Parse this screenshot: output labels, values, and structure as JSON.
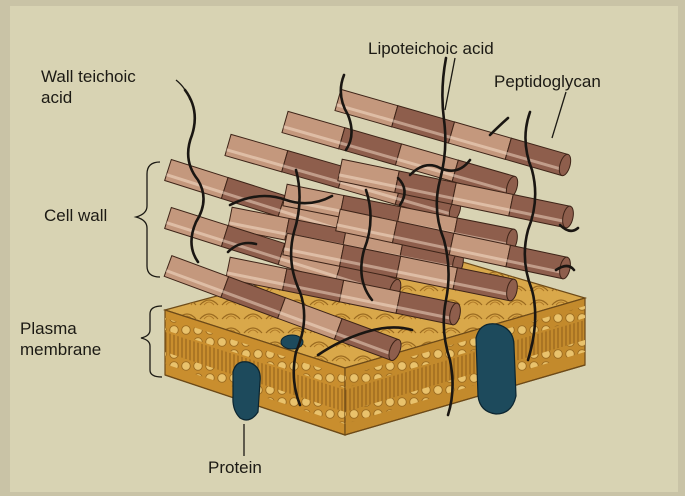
{
  "labels": {
    "wall_teichoic_acid": [
      "Wall teichoic",
      "acid"
    ],
    "lipoteichoic_acid": "Lipoteichoic acid",
    "peptidoglycan": "Peptidoglycan",
    "cell_wall": "Cell wall",
    "plasma_membrane": [
      "Plasma",
      "membrane"
    ],
    "protein": "Protein"
  },
  "colors": {
    "background": "#d8d3b3",
    "rod_light": "#c4987d",
    "rod_dark": "#8e5e4c",
    "rod_outline": "#3e2418",
    "membrane_top": "#d9a84a",
    "membrane_side": "#c98e2e",
    "lipid_head": "#e8c26a",
    "protein": "#1d4a5c",
    "strand": "#1a1612"
  }
}
